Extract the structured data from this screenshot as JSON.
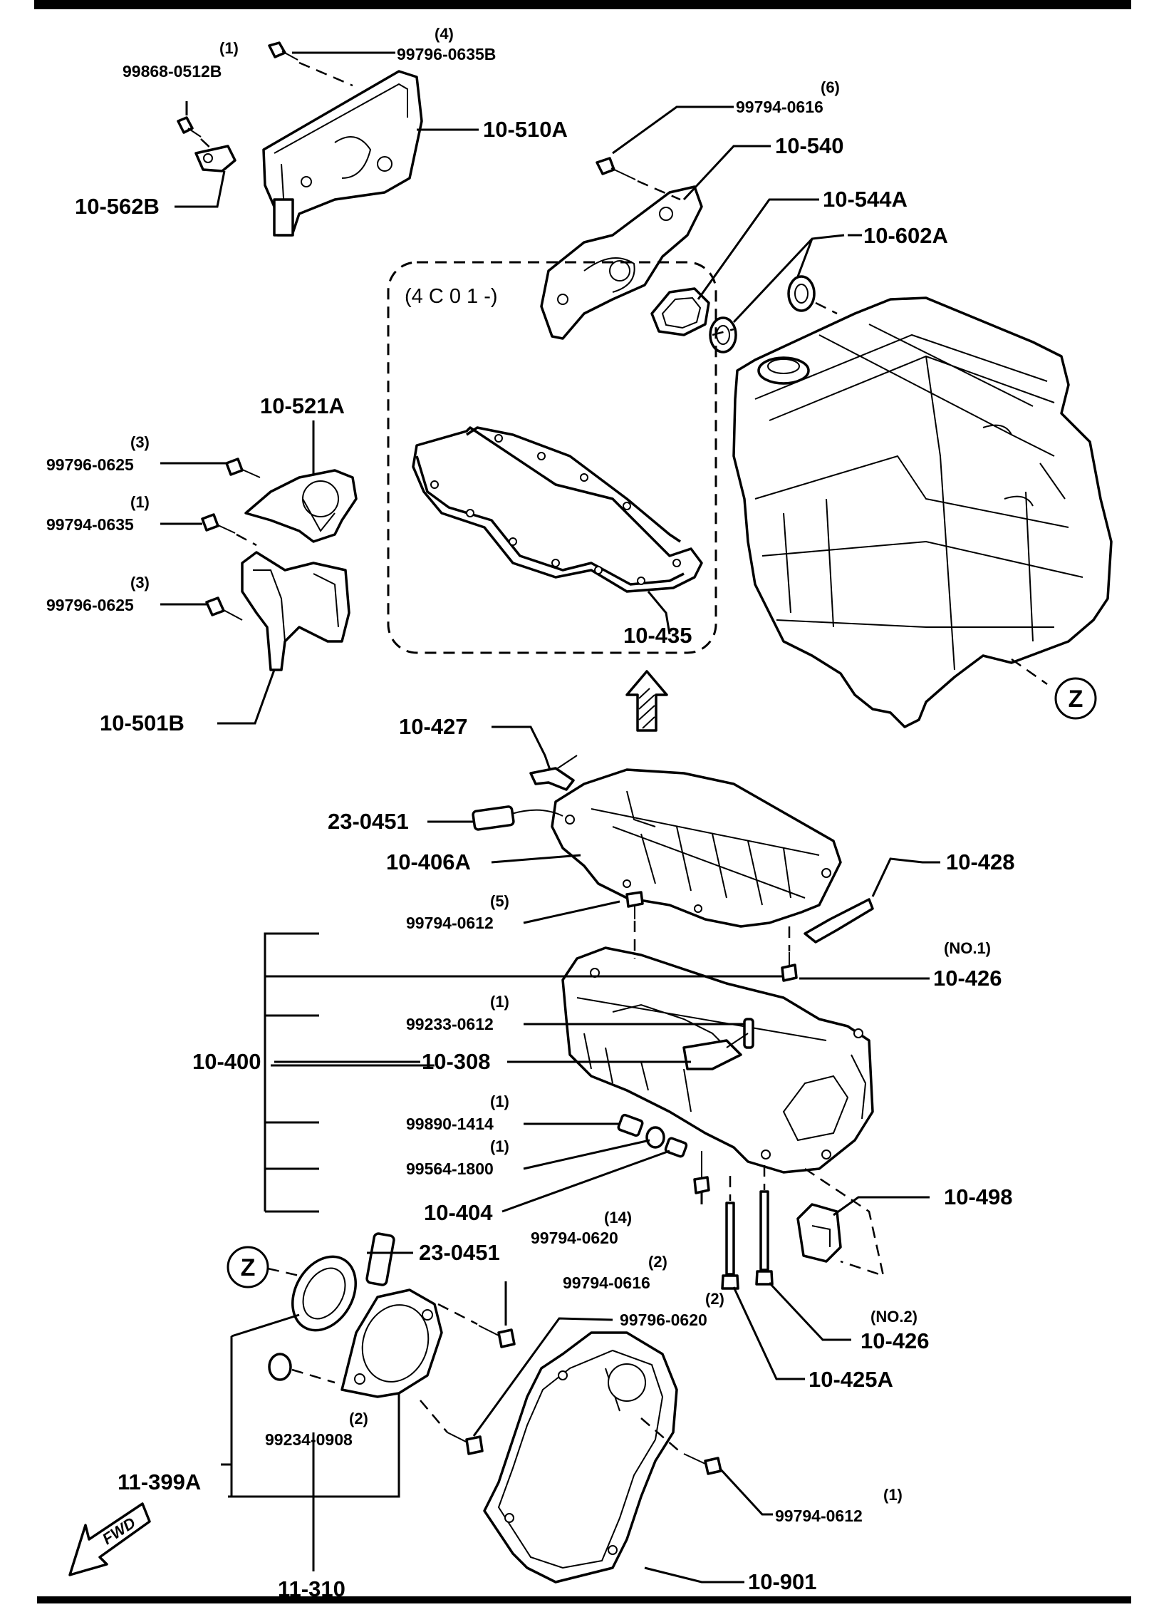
{
  "diagram": {
    "callouts": {
      "fwd": "FWD",
      "zone_marker": "Z",
      "inset_code": "(4 C 0 1 -)"
    },
    "labels": {
      "p10_510A": "10-510A",
      "p99796_0635B": "99796-0635B",
      "q99796_0635B": "(4)",
      "p99868_0512B": "99868-0512B",
      "q99868_0512B": "(1)",
      "p10_562B": "10-562B",
      "p99794_0616_top": "99794-0616",
      "q99794_0616_top": "(6)",
      "p10_540": "10-540",
      "p10_544A": "10-544A",
      "p10_602A": "10-602A",
      "p10_521A": "10-521A",
      "p99796_0625_a": "99796-0625",
      "q99796_0625_a": "(3)",
      "p99794_0635": "99794-0635",
      "q99794_0635": "(1)",
      "p99796_0625_b": "99796-0625",
      "q99796_0625_b": "(3)",
      "p10_501B": "10-501B",
      "p10_435": "10-435",
      "p10_427": "10-427",
      "p23_0451_top": "23-0451",
      "p10_406A": "10-406A",
      "p10_428": "10-428",
      "p99794_0612_mid": "99794-0612",
      "q99794_0612_mid": "(5)",
      "no1": "(NO.1)",
      "p10_426_a": "10-426",
      "p99233_0612": "99233-0612",
      "q99233_0612": "(1)",
      "p10_400": "10-400",
      "p10_308": "10-308",
      "p99890_1414": "99890-1414",
      "q99890_1414": "(1)",
      "p99564_1800": "99564-1800",
      "q99564_1800": "(1)",
      "p10_404": "10-404",
      "p99794_0620": "99794-0620",
      "q99794_0620": "(14)",
      "p10_498": "10-498",
      "p23_0451_bot": "23-0451",
      "p99794_0616_bot": "99794-0616",
      "q99794_0616_bot": "(2)",
      "p99796_0620": "99796-0620",
      "q99796_0620": "(2)",
      "no2": "(NO.2)",
      "p10_426_b": "10-426",
      "p10_425A": "10-425A",
      "p99234_0908": "99234-0908",
      "q99234_0908": "(2)",
      "p11_399A": "11-399A",
      "p11_310": "11-310",
      "p99794_0612_bot": "99794-0612",
      "q99794_0612_bot": "(1)",
      "p10_901": "10-901"
    }
  }
}
